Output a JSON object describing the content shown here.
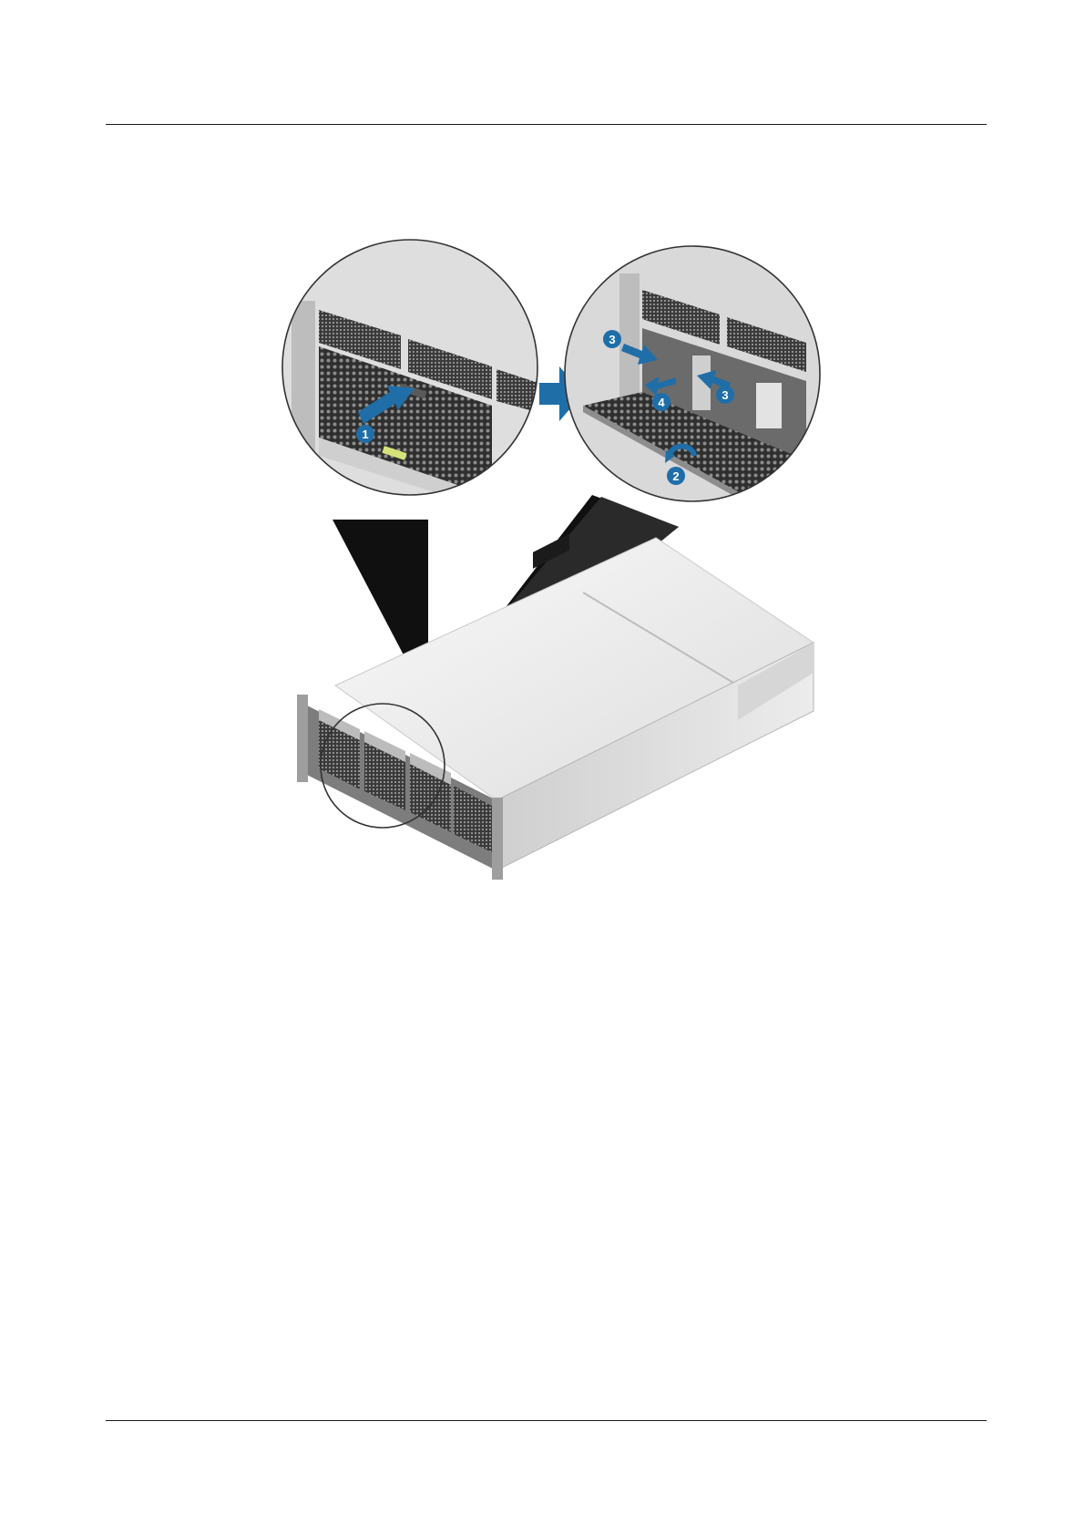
{
  "figure": {
    "step_labels": [
      "1",
      "2",
      "3",
      "3",
      "4"
    ],
    "colors": {
      "callout_blue": "#1f6ea8",
      "chassis_light": "#e9e9e9",
      "chassis_dark": "#b8b8b8",
      "mesh_dark": "#3a3a3a",
      "beam": "#111111"
    }
  }
}
